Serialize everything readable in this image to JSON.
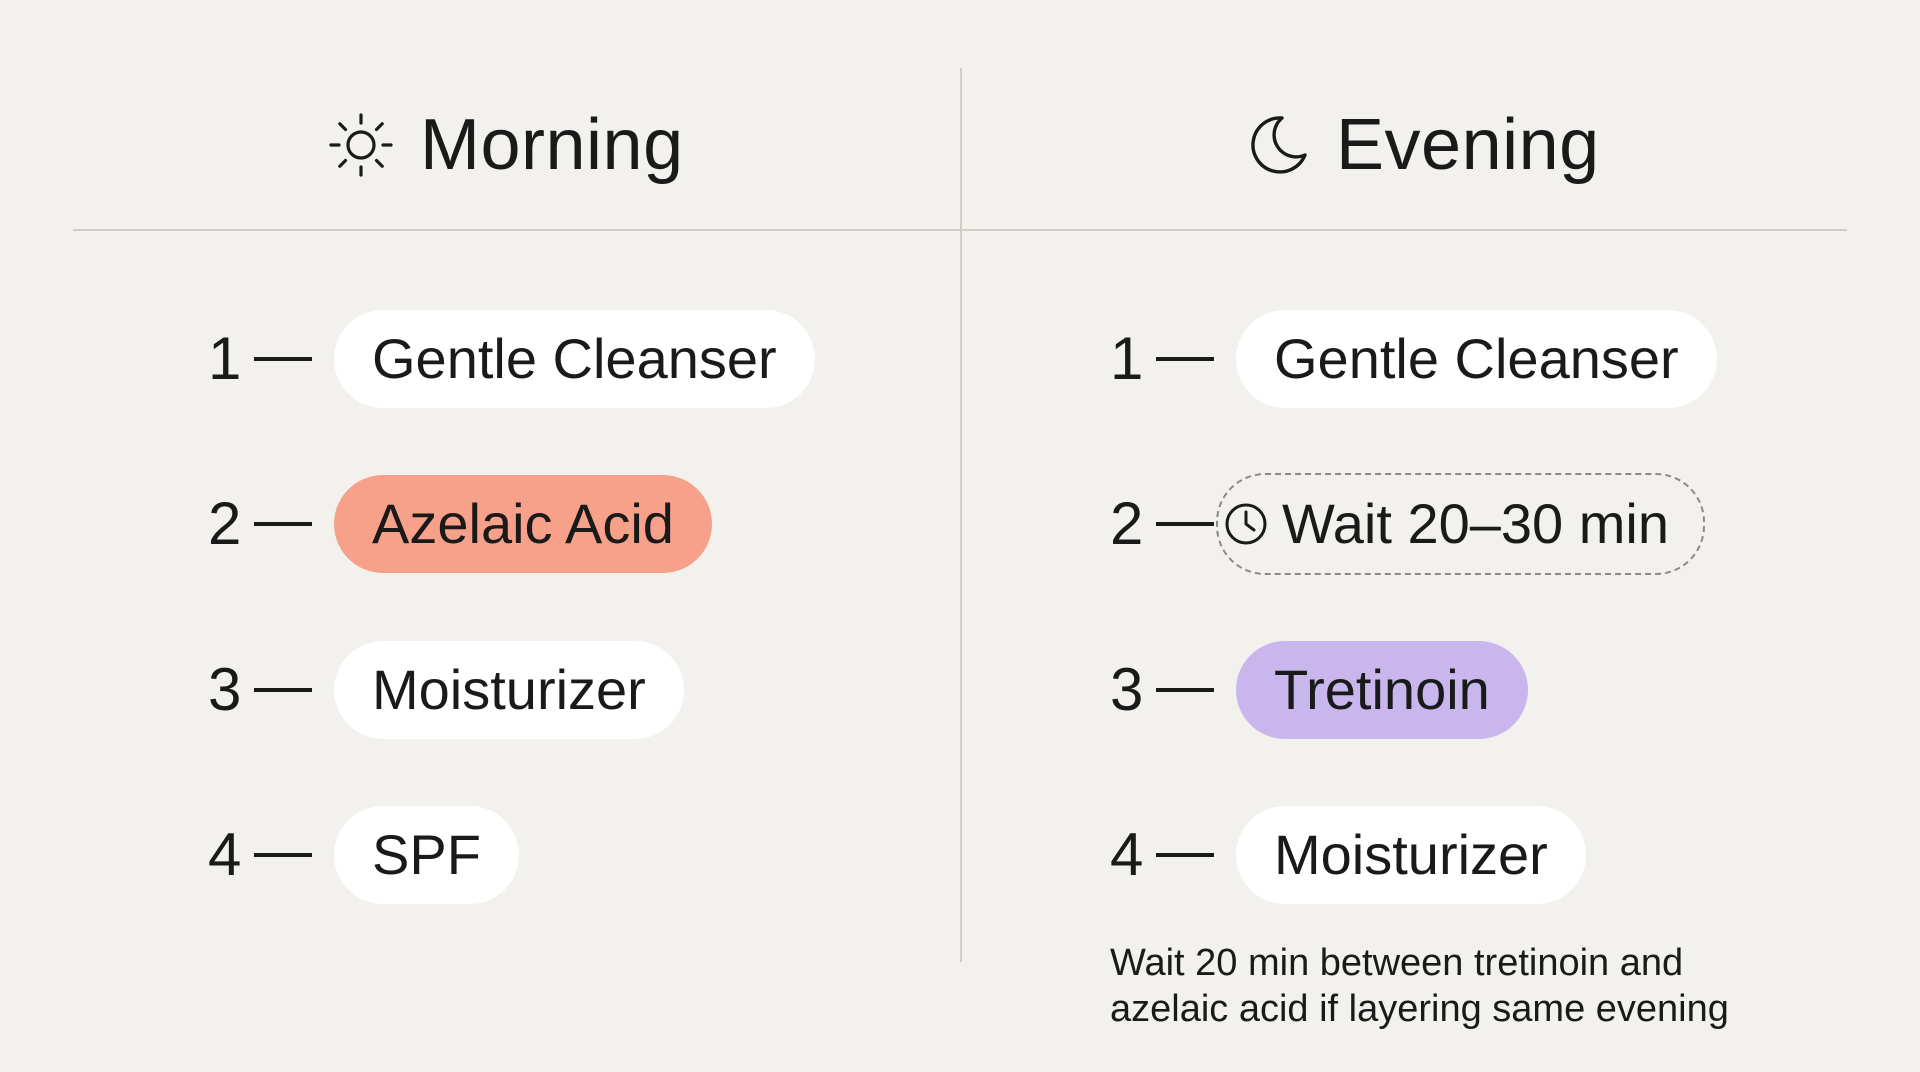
{
  "morning": {
    "title": "Morning",
    "icon": "sun-icon",
    "steps": [
      {
        "number": "1",
        "label": "Gentle Cleanser"
      },
      {
        "number": "2",
        "label": "Azelaic Acid",
        "highlight_color": "#f7a08a"
      },
      {
        "number": "3",
        "label": "Moisturizer"
      },
      {
        "number": "4",
        "label": "SPF"
      }
    ]
  },
  "evening": {
    "title": "Evening",
    "icon": "moon-icon",
    "steps": [
      {
        "number": "1",
        "label": "Gentle Cleanser"
      },
      {
        "number": "2",
        "label": "Wait 20–30 min",
        "icon": "clock-icon",
        "style": "dashed"
      },
      {
        "number": "3",
        "label": "Tretinoin",
        "highlight_color": "#c8b6ec"
      },
      {
        "number": "4",
        "label": "Moisturizer"
      }
    ],
    "note_line1": "Wait 20 min between tretinoin and",
    "note_line2": "azelaic acid if layering same evening"
  },
  "colors": {
    "background": "#f2f1ed",
    "pill": "#ffffff",
    "azelaic": "#f7a08a",
    "tretinoin": "#c8b6ec",
    "divider": "#cfcdc4"
  }
}
